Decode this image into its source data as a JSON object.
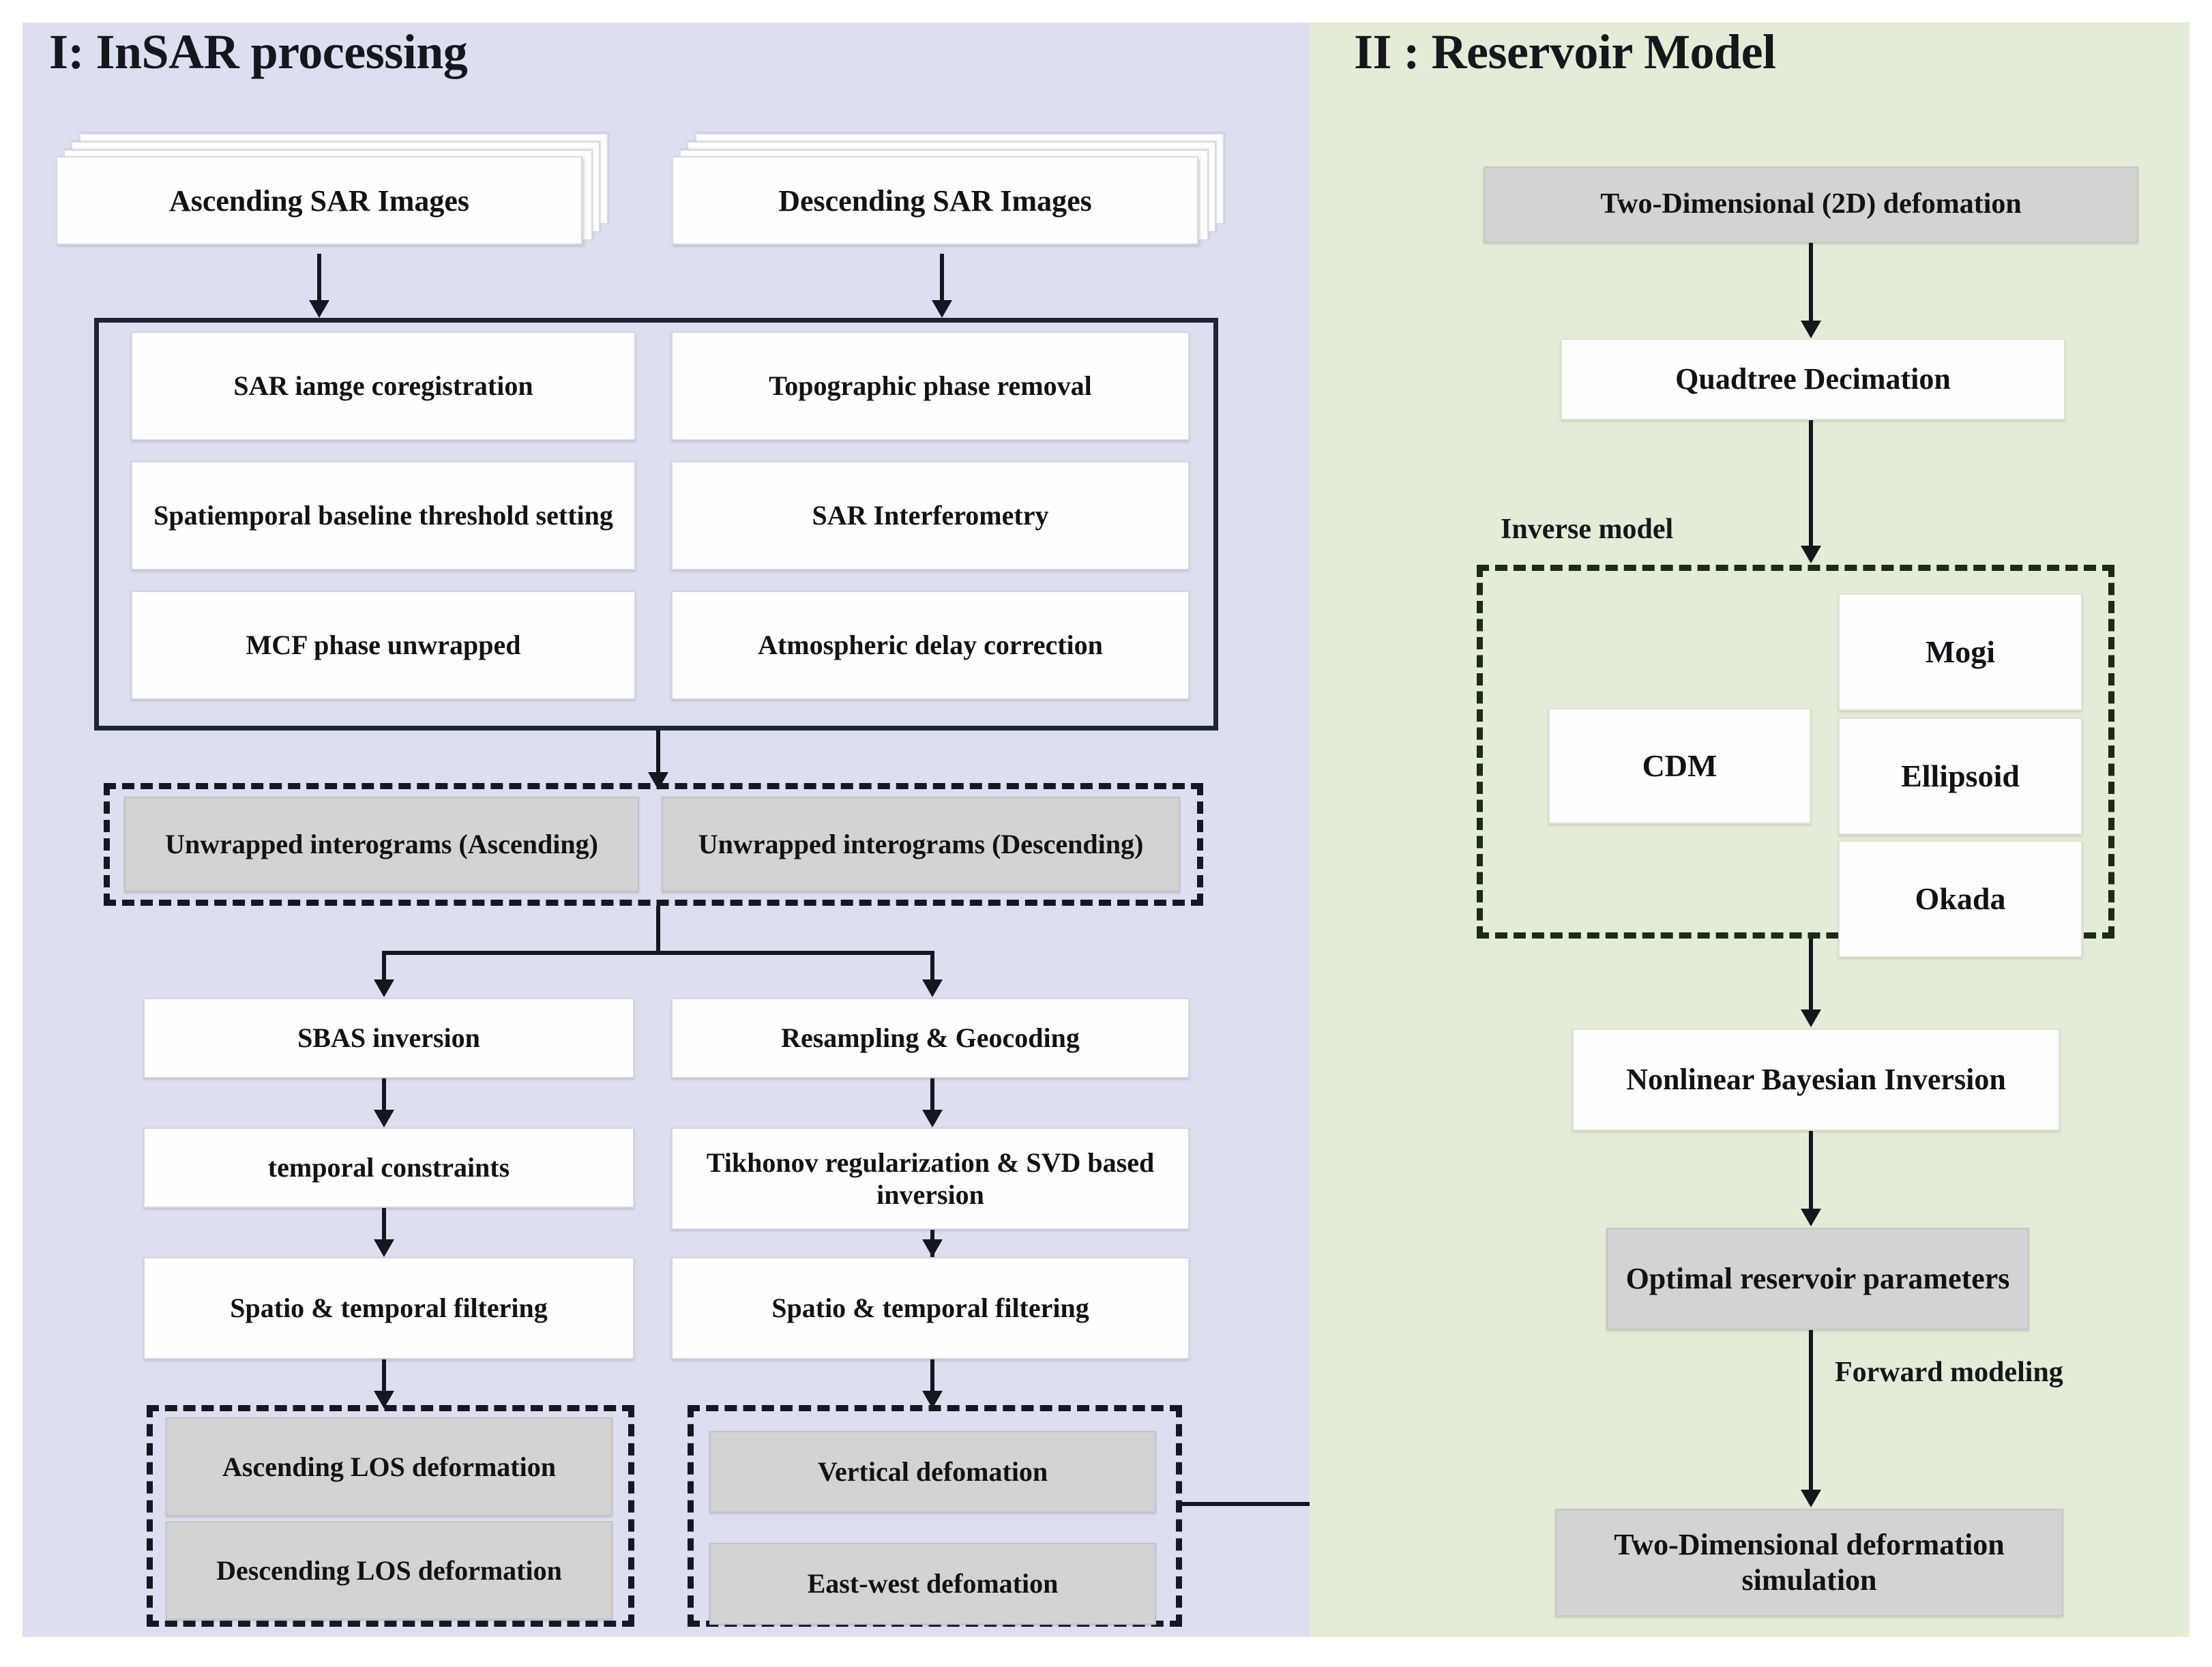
{
  "panels": {
    "left": {
      "title": "I: InSAR processing",
      "bg": "#dcdff0"
    },
    "right": {
      "title": "II : Reservoir Model",
      "bg": "#e3ecd6"
    }
  },
  "left_panel": {
    "inputs": [
      {
        "label": "Ascending SAR Images"
      },
      {
        "label": "Descending SAR Images"
      }
    ],
    "processing_group": {
      "column_left": [
        "SAR iamge coregistration",
        "Spatiemporal baseline threshold setting",
        "MCF phase unwrapped"
      ],
      "column_right": [
        "Topographic phase removal",
        "SAR Interferometry",
        "Atmospheric delay correction"
      ]
    },
    "interferograms_group": [
      "Unwrapped interograms (Ascending)",
      "Unwrapped interograms (Descending)"
    ],
    "chain_left": [
      "SBAS inversion",
      "temporal constraints",
      "Spatio & temporal filtering"
    ],
    "chain_right": [
      "Resampling & Geocoding",
      "Tikhonov regularization & SVD based inversion",
      "Spatio & temporal filtering"
    ],
    "outputs_left": [
      "Ascending LOS deformation",
      "Descending LOS deformation"
    ],
    "outputs_right": [
      "Vertical defomation",
      "East-west defomation"
    ]
  },
  "right_panel": {
    "two_d_deformation": "Two-Dimensional (2D)  defomation",
    "quadtree": "Quadtree Decimation",
    "inverse_model_caption": "Inverse model",
    "inverse_models": {
      "left": "CDM",
      "right": [
        "Mogi",
        "Ellipsoid",
        "Okada"
      ]
    },
    "bayesian": "Nonlinear Bayesian Inversion",
    "optimal_params": "Optimal reservoir parameters",
    "forward_modeling_caption": "Forward modeling",
    "simulation": "Two-Dimensional deformation simulation"
  },
  "colors": {
    "panel_left_bg": "#dcdff0",
    "panel_right_bg": "#e3ecd6",
    "node_white": "#fefefe",
    "node_gray": "#d3d3d3",
    "stroke": "#14171e",
    "solid_border": "#1d2338"
  }
}
